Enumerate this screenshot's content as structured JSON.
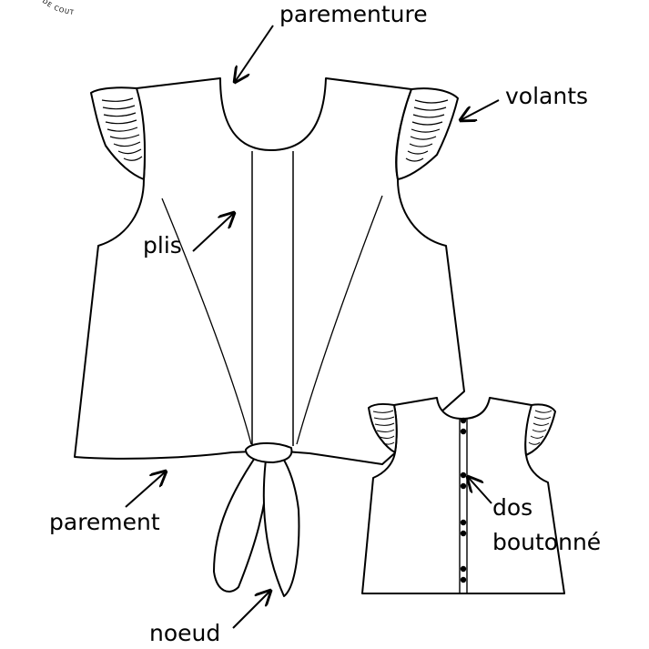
{
  "labels": {
    "parementure": "parementure",
    "volants": "volants",
    "plis": "plis",
    "parement": "parement",
    "noeud": "noeud",
    "dos_line1": "dos",
    "dos_line2": "boutonné"
  },
  "seal_text": "RONS DE COUT",
  "colors": {
    "stroke": "#000000",
    "fill": "#ffffff"
  }
}
